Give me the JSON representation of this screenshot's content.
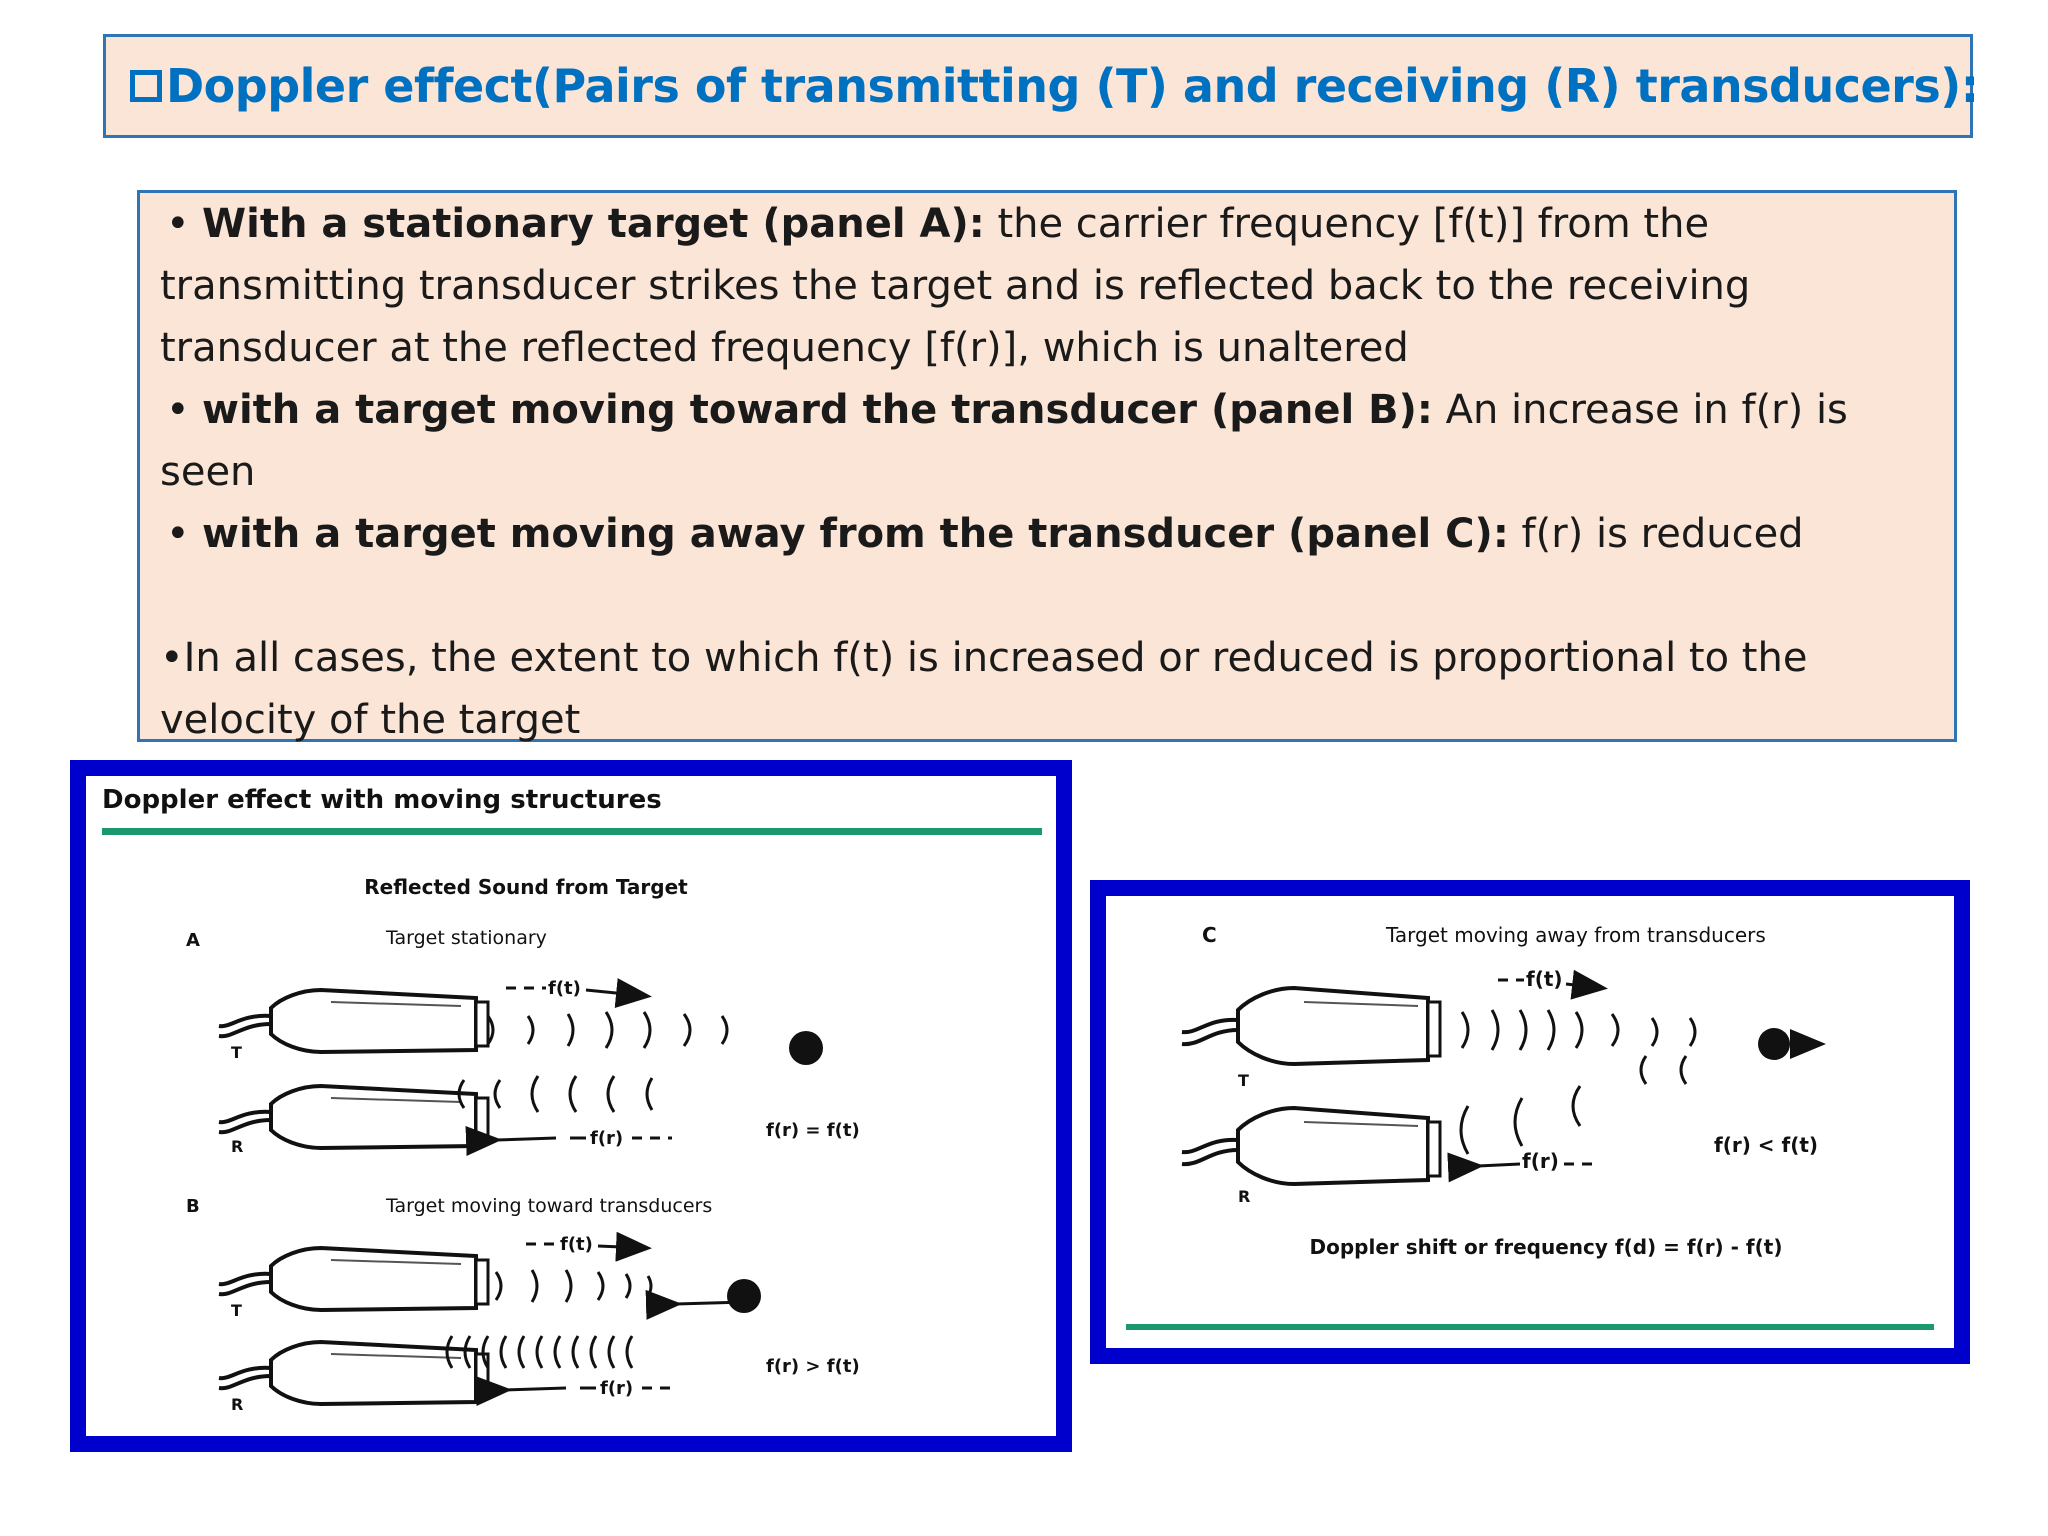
{
  "title": "Doppler effect(Pairs of transmitting (T) and receiving (R) transducers):",
  "bullets": [
    {
      "lead": "With a stationary target (panel A):",
      "text": " the carrier frequency [f(t)] from the transmitting transducer strikes the target and is reflected back to the receiving transducer at the reflected frequency [f(r)], which is unaltered"
    },
    {
      "lead": "with a target moving toward the transducer (panel B):",
      "text": "  An increase in f(r) is seen"
    },
    {
      "lead": "with a target moving away from the transducer (panel C):",
      "text": " f(r) is reduced"
    }
  ],
  "conclusion": "•In all cases, the extent to which f(t) is increased or reduced is proportional to the velocity of the target",
  "figure_left": {
    "heading": "Doppler effect with moving structures",
    "subheading": "Reflected Sound from Target",
    "panel_a": {
      "letter": "A",
      "caption": "Target stationary",
      "tx_label": "T",
      "rx_label": "R",
      "ft_label": "f(t)",
      "fr_label": "f(r)",
      "relation": "f(r) = f(t)"
    },
    "panel_b": {
      "letter": "B",
      "caption": "Target moving toward transducers",
      "tx_label": "T",
      "rx_label": "R",
      "ft_label": "f(t)",
      "fr_label": "f(r)",
      "relation": "f(r) > f(t)"
    }
  },
  "figure_right": {
    "letter": "C",
    "caption": "Target moving away from transducers",
    "tx_label": "T",
    "rx_label": "R",
    "ft_label": "f(t)",
    "fr_label": "f(r)",
    "relation": "f(r) < f(t)",
    "formula": "Doppler shift or frequency f(d) = f(r) - f(t)"
  },
  "colors": {
    "title_blue": "#0070c0",
    "box_fill": "#fbe5d6",
    "box_border": "#2e75b6",
    "frame_blue": "#0000cd",
    "rule_green": "#1a9a6c"
  }
}
